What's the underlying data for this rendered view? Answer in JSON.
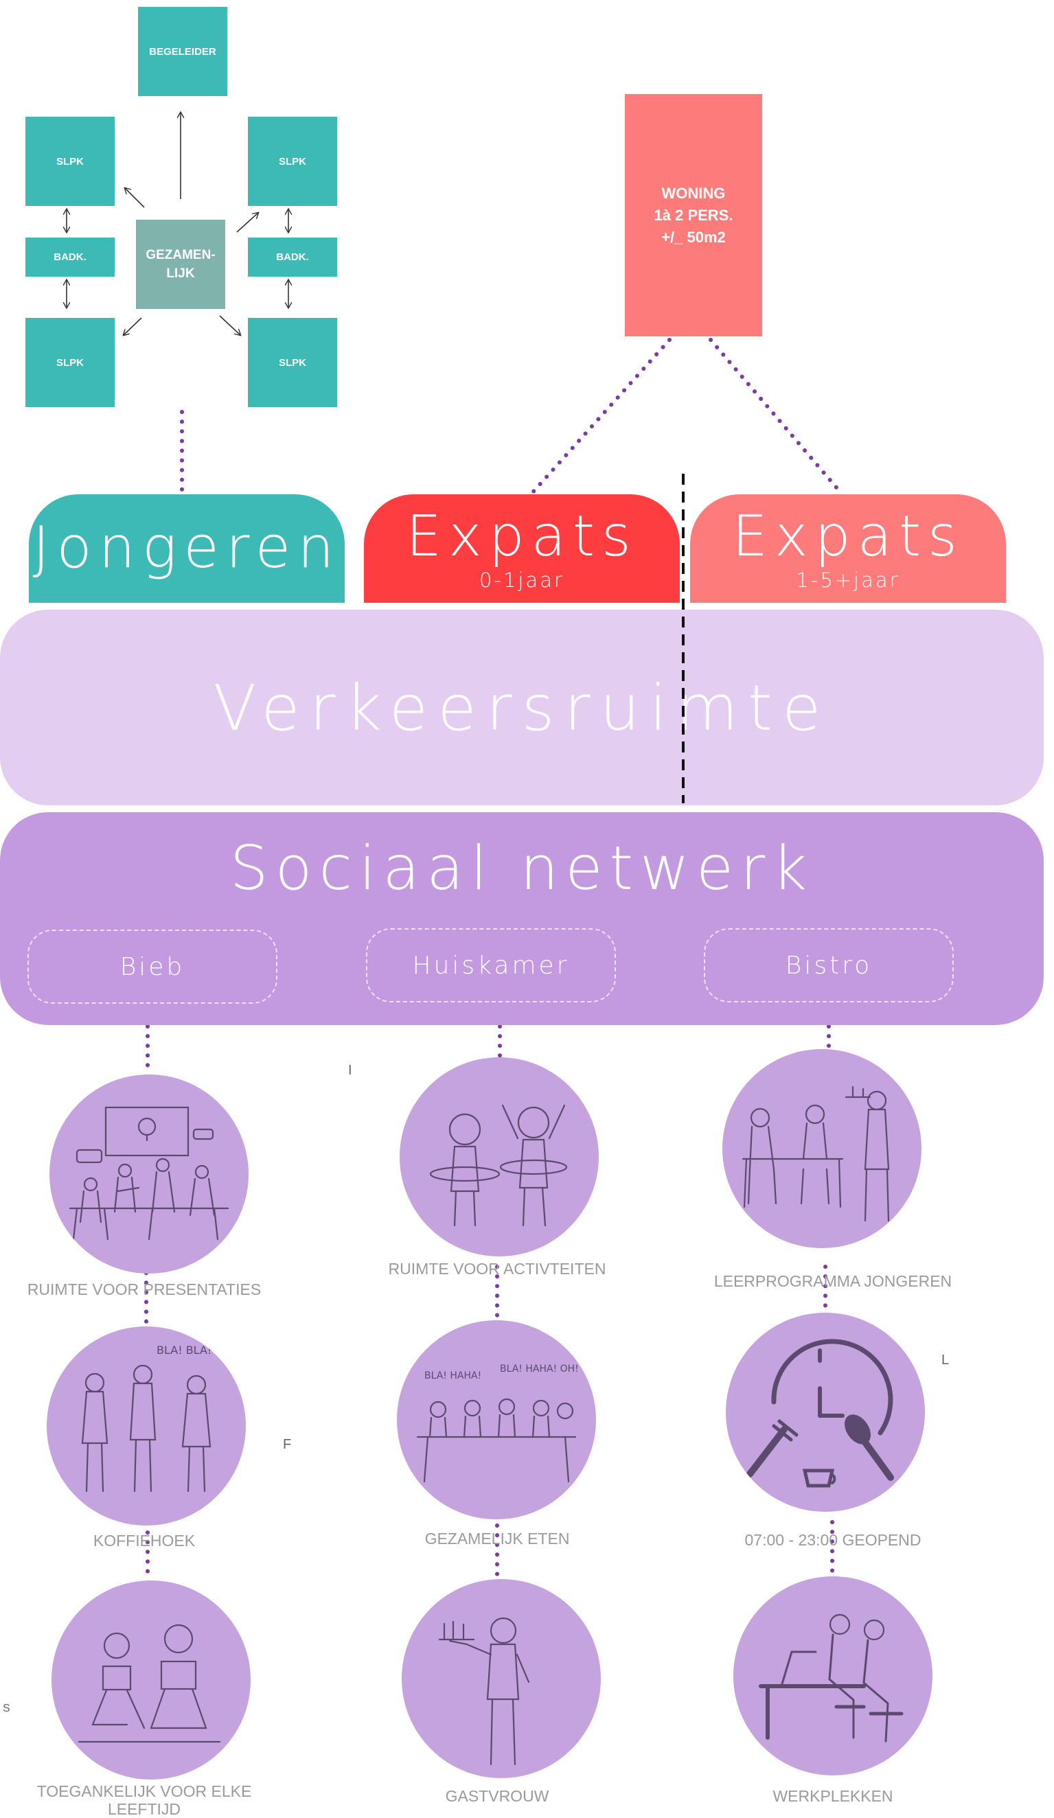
{
  "diagram": {
    "unit_layout": {
      "begeleider": "BEGELEIDER",
      "slpk": "SLPK",
      "badk": "BADK.",
      "gezamenlijk": "GEZAMEN-\nLIJK"
    },
    "woning": "WONING\n1à 2 PERS.\n+/_ 50m2",
    "groups": {
      "jongeren": "Jongeren",
      "expats_short": {
        "title": "Expats",
        "subtitle": "0-1jaar"
      },
      "expats_long": {
        "title": "Expats",
        "subtitle": "1-5+jaar"
      }
    },
    "verkeersruimte": "Verkeersruimte",
    "sociaal_netwerk": {
      "title": "Sociaal netwerk",
      "zones": [
        "Bieb",
        "Huiskamer",
        "Bistro"
      ]
    },
    "activities": {
      "bieb": [
        "RUIMTE VOOR PRESENTATIES",
        "KOFFIEHOEK",
        "TOEGANKELIJK VOOR ELKE LEEFTIJD"
      ],
      "huiskamer": [
        "RUIMTE VOOR ACTIVTEITEN",
        "GEZAMELIJK ETEN",
        "GASTVROUW"
      ],
      "bistro": [
        "LEERPROGRAMMA JONGEREN",
        "07:00 - 23:00 GEOPEND",
        "WERKPLEKKEN"
      ]
    },
    "stray_marks": [
      "I",
      "F",
      "L",
      "S"
    ],
    "colors": {
      "teal": "#3dbab6",
      "teal_grey": "#7fb3ac",
      "coral": "#fd7b7b",
      "red": "#fe3d41",
      "lavender_light": "#e3cdf0",
      "lavender": "#c39ae0",
      "circle": "#c5a3de",
      "dots": "#7b3aa6"
    }
  }
}
